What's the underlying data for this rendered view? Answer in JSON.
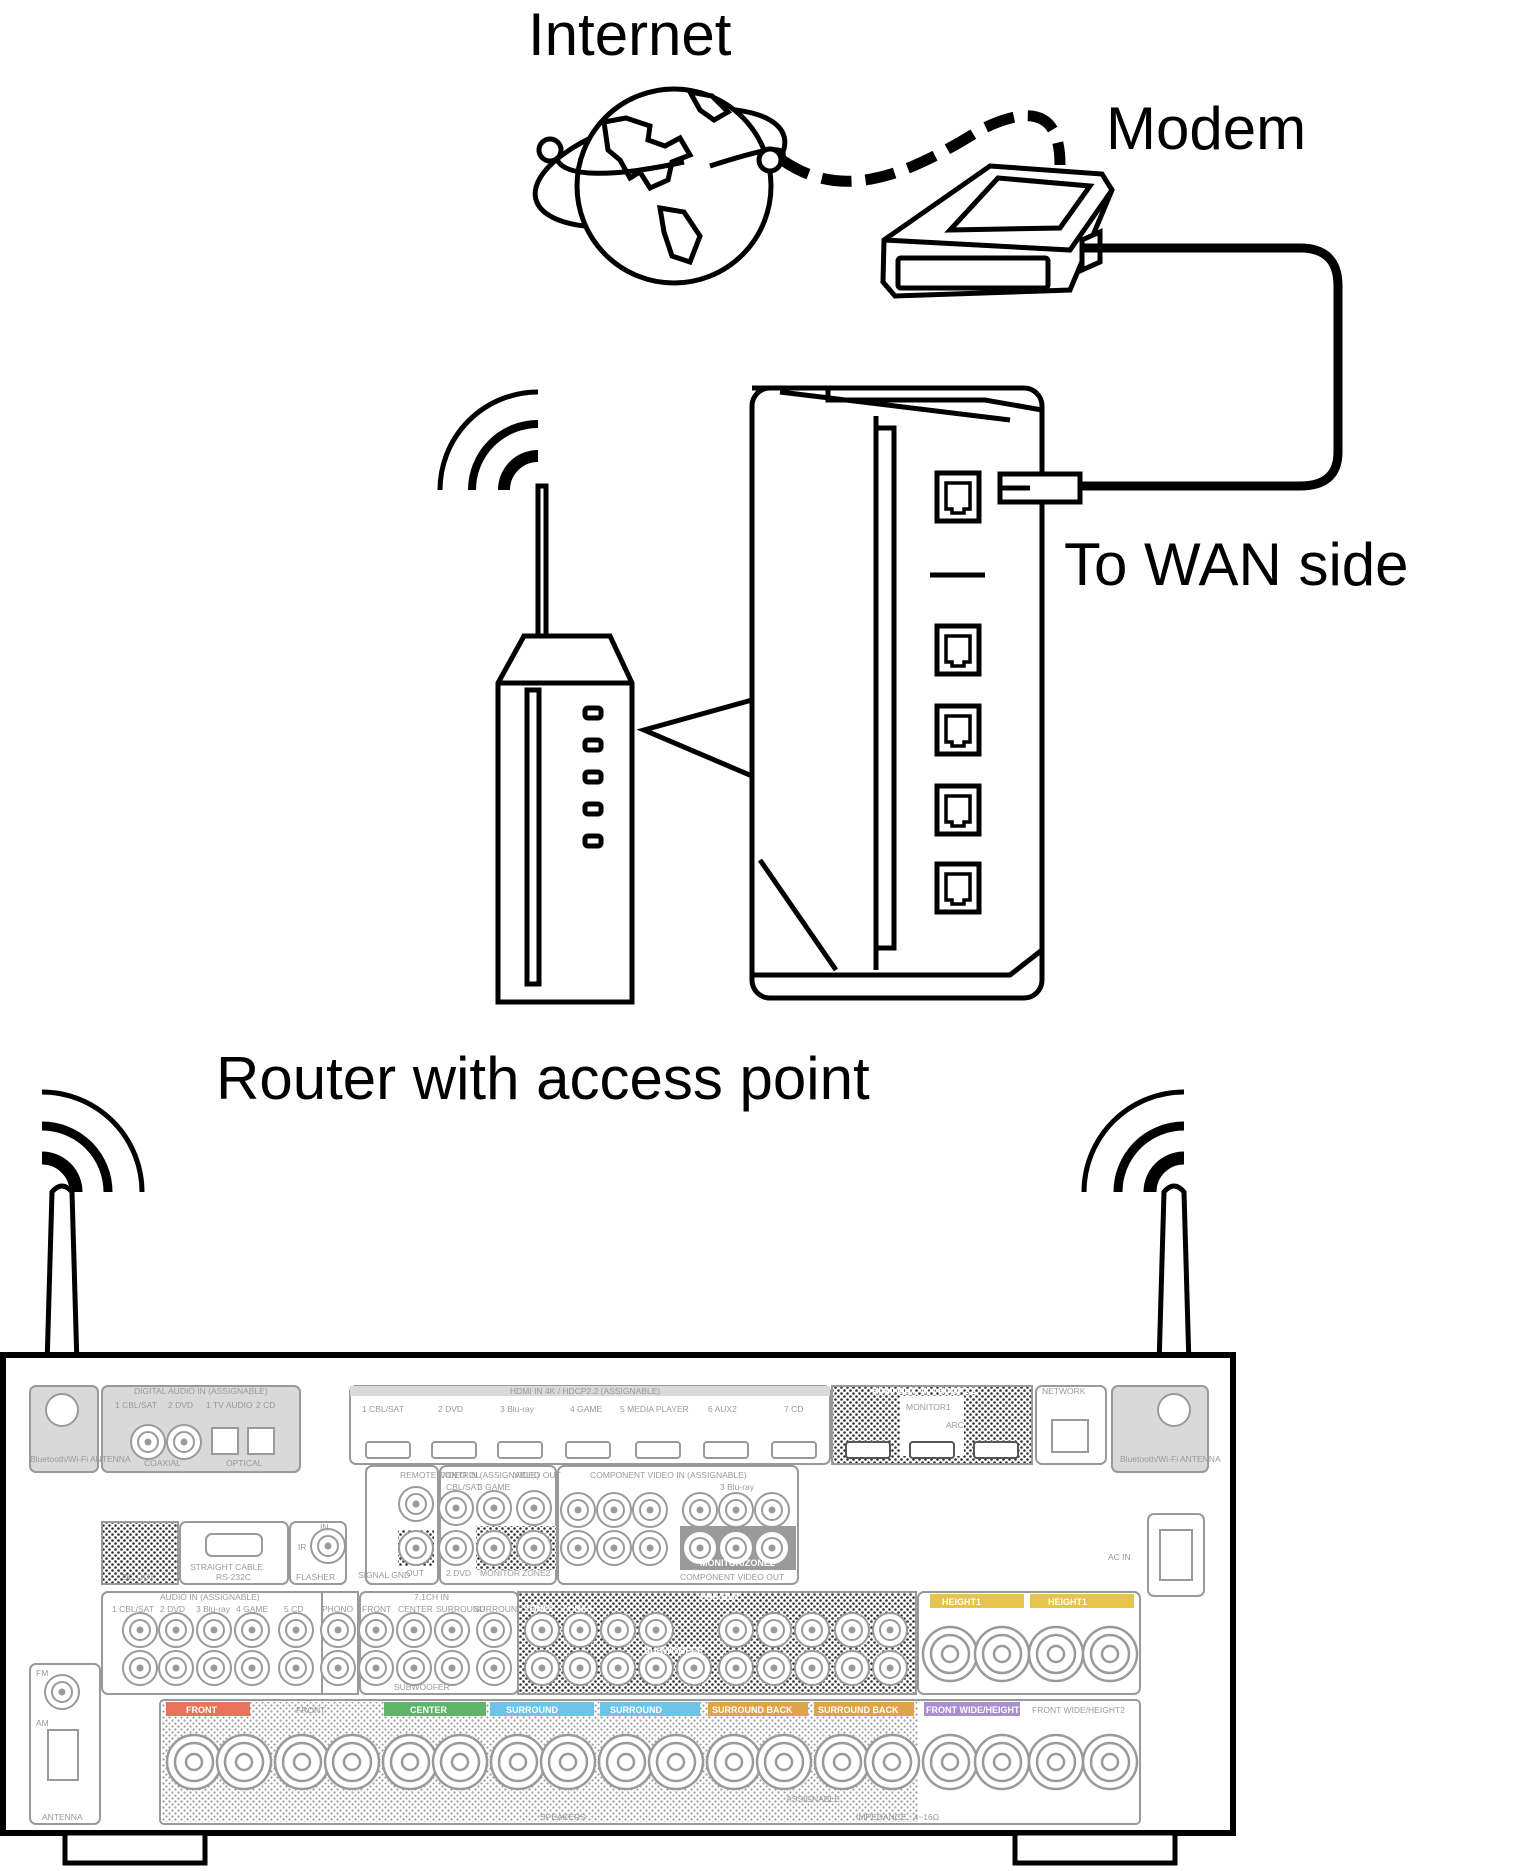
{
  "labels": {
    "internet": "Internet",
    "modem": "Modem",
    "wan": "To WAN side",
    "router": "Router with access point"
  },
  "receiver": {
    "top_sections": [
      "DIGITAL AUDIO IN (ASSIGNABLE)",
      "HDMI IN  4K / HDCP2.2  (ASSIGNABLE)",
      "HDMI OUT  4K / HDCP2.2",
      "NETWORK"
    ],
    "digital_inputs": [
      "1 CBL/SAT",
      "2 DVD",
      "1 TV AUDIO",
      "2 CD"
    ],
    "digital_types": [
      "COAXIAL",
      "OPTICAL"
    ],
    "hdmi_inputs": [
      "1 CBL/SAT",
      "2 DVD",
      "3 Blu-ray",
      "4 GAME",
      "5 MEDIA PLAYER",
      "6 AUX2",
      "7 CD"
    ],
    "hdmi_out": [
      "MONITOR1",
      "ARC"
    ],
    "antenna_label": "Bluetooth/Wi-Fi ANTENNA",
    "mid_labels": [
      "DC OUT",
      "RS-232C",
      "FLASHER",
      "STRAIGHT CABLE",
      "IR",
      "IN",
      "REMOTE CONTROL",
      "SIGNAL GND",
      "OUT",
      "VIDEO IN (ASSIGNABLE)",
      "VIDEO OUT",
      "CBL/SAT",
      "3 GAME",
      "2 DVD",
      "MONITOR",
      "ZONE2",
      "COMPONENT VIDEO IN (ASSIGNABLE)",
      "3 Blu-ray",
      "MONITOR/ZONE2",
      "COMPONENT VIDEO OUT",
      "AC IN"
    ],
    "audio_in": [
      "AUDIO IN (ASSIGNABLE)",
      "1 CBL/SAT",
      "2 DVD",
      "3 Blu-ray",
      "4 GAME",
      "5 CD",
      "PHONO",
      "7.1CH IN",
      "FRONT",
      "CENTER",
      "SURROUND",
      "SURROUND BACK",
      "SUBWOOFER",
      "PRE OUT",
      "ZONE2",
      "ZONE3",
      "SUBWOOFER"
    ],
    "speakers_top": [
      "HEIGHT1",
      "HEIGHT1"
    ],
    "speakers_bottom": [
      "FRONT",
      "FRONT",
      "CENTER",
      "SURROUND",
      "SURROUND",
      "SURROUND BACK",
      "SURROUND BACK",
      "FRONT WIDE/HEIGHT2",
      "FRONT WIDE/HEIGHT2"
    ],
    "bottom_labels": [
      "ANTENNA",
      "SPEAKERS",
      "IMPEDANCE : 4~16Ω",
      "ASSIGNABLE",
      "FM",
      "AM"
    ],
    "colors": {
      "front_r": "#e8735a",
      "center": "#5fb36a",
      "surround": "#6ec3e8",
      "surround_back": "#e0a348",
      "front_wide": "#a98fd0",
      "height": "#e6c34a",
      "panel_gray": "#d9d9d9",
      "outline": "#000000"
    }
  }
}
